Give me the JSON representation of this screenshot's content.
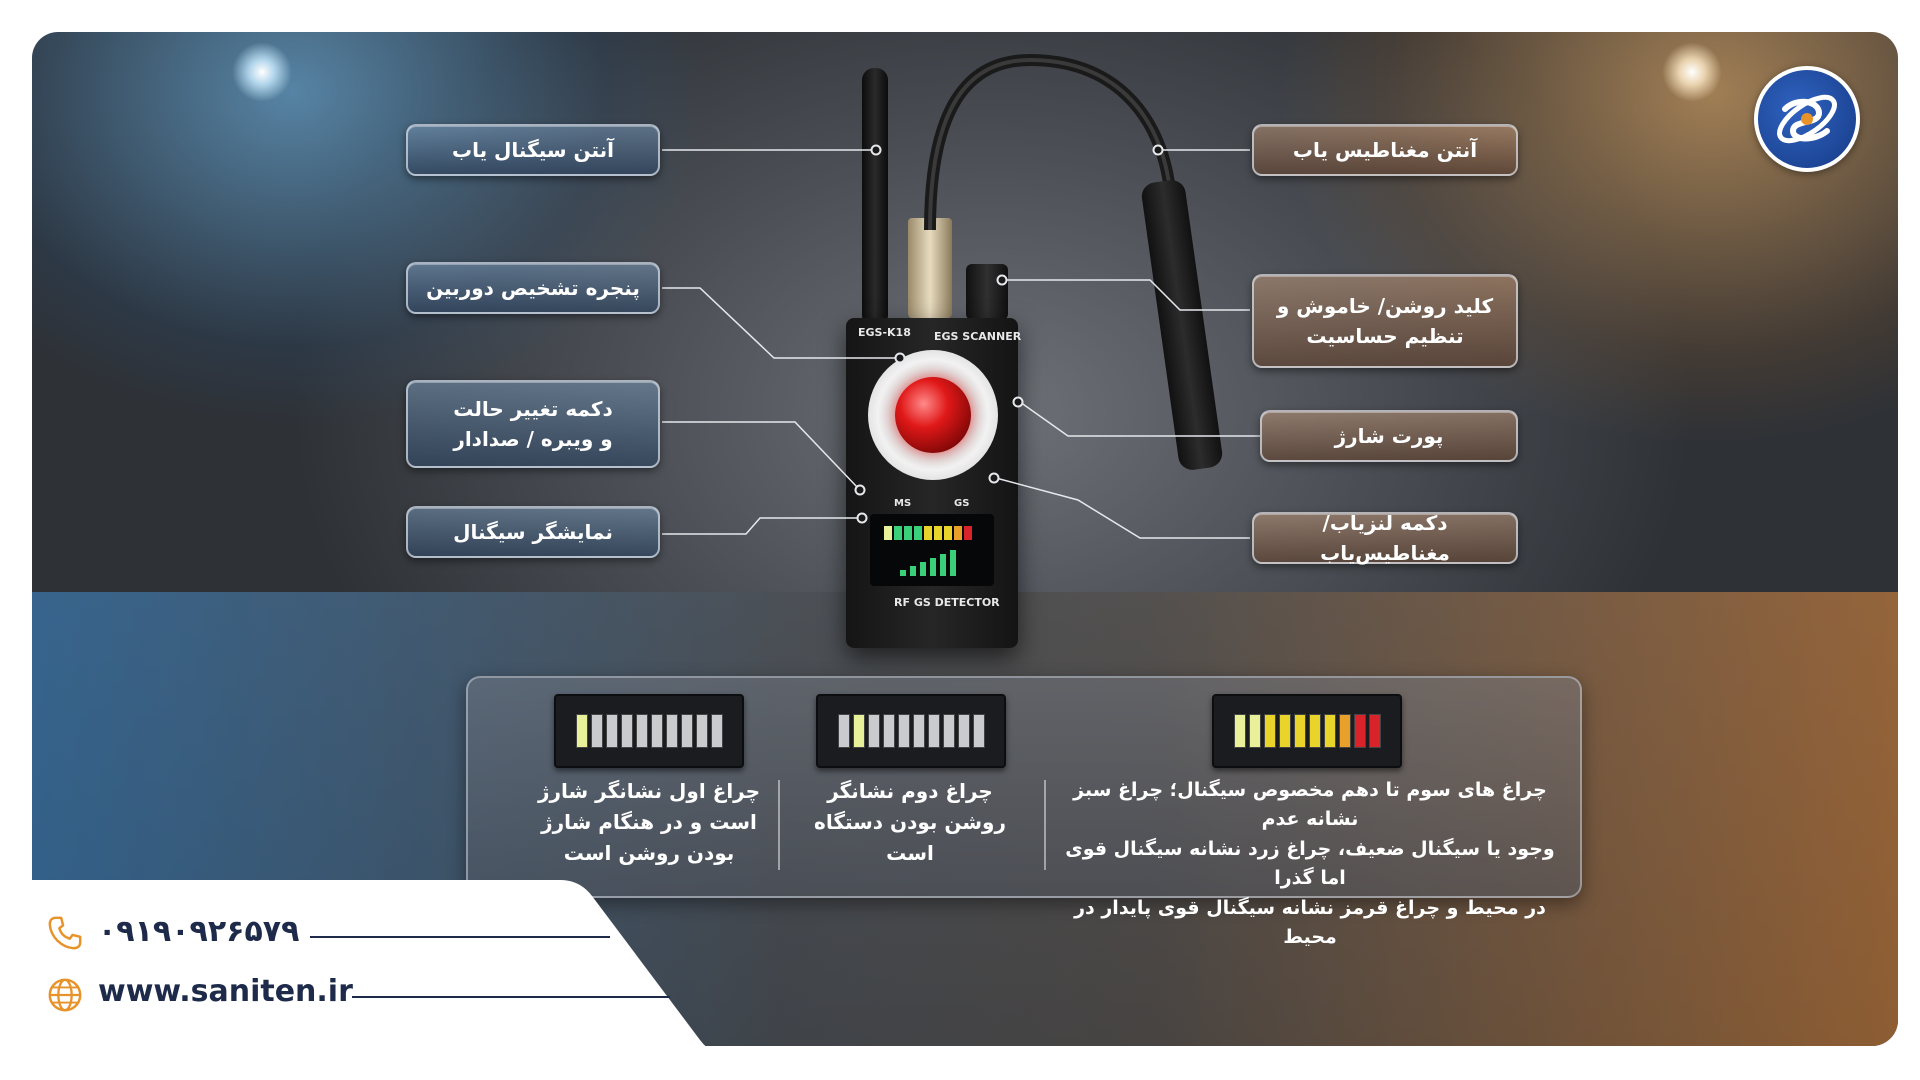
{
  "labels": {
    "signal_antenna": "آنتن سیگنال یاب",
    "camera_window": "پنجره تشخیص دوربین",
    "mode_button": "دکمه تغییر حالت\nو ویبره / صدادار",
    "signal_display": "نمایشگر سیگنال",
    "magnetic_antenna": "آنتن مغناطیس یاب",
    "power_sensitivity": "کلید روشن/ خاموش و\nتنظیم حساسیت",
    "charge_port": "پورت شارژ",
    "lens_magnetic_button": "دکمه لنزیاب/ مغناطیس‌یاب"
  },
  "device": {
    "model": "EGS-K18",
    "brand": "EGS SCANNER",
    "bottom_label": "RF  GS  DETECTOR",
    "ms": "MS",
    "gs": "GS"
  },
  "info": {
    "first_light": "چراغ اول نشانگر شارژ\nاست و در هنگام شارژ\nبودن روشن است",
    "second_light": "چراغ دوم نشانگر\nروشن بودن دستگاه\nاست",
    "third_to_tenth": "چراغ های سوم تا دهم مخصوص سیگنال؛ چراغ سبز نشانه عدم\nوجود یا سیگنال ضعیف، چراغ زرد نشانه سیگنال قوی اما گذرا\nدر محیط و چراغ قرمز نشانه سیگنال قوی پایدار در محیط"
  },
  "contact": {
    "phone": "۰۹۱۹۰۹۲۶۵۷۹",
    "website": "www.saniten.ir"
  },
  "colors": {
    "led_green": "#3ad07a",
    "led_yellow": "#e8d42a",
    "led_red": "#d8232a",
    "led_off": "#c9cbce",
    "led_charge": "#e9f09a",
    "contact_accent": "#e8922a",
    "brand_navy": "#1d2a4a"
  }
}
